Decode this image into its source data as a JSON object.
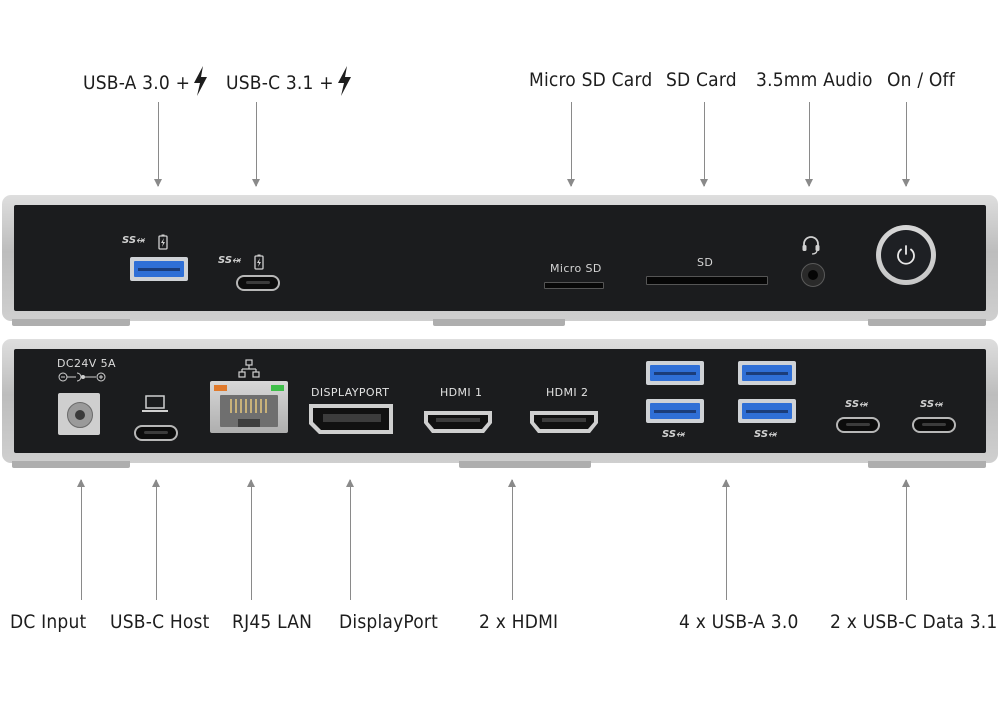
{
  "callouts_top": {
    "usb_a": "USB-A 3.0 +",
    "usb_c": "USB-C 3.1 +",
    "micro_sd": "Micro SD Card",
    "sd": "SD Card",
    "audio": "3.5mm Audio",
    "power": "On / Off"
  },
  "callouts_bottom": {
    "dc": "DC Input",
    "usbc_host": "USB-C Host",
    "lan": "RJ45 LAN",
    "dp": "DisplayPort",
    "hdmi": "2 x HDMI",
    "usba": "4 x USB-A 3.0",
    "usbc_data": "2 x USB-C Data 3.1"
  },
  "front_panel": {
    "micro_sd_label": "Micro SD",
    "sd_label": "SD"
  },
  "rear_panel": {
    "dc_label": "DC24V 5A",
    "dp_label": "DISPLAYPORT",
    "hdmi1_label": "HDMI 1",
    "hdmi2_label": "HDMI 2"
  },
  "usb_logo_text": "SS",
  "colors": {
    "panel_face": "#1b1c1e",
    "usb3_port": "#2f6fd6",
    "lan_led_orange": "#e07a2c",
    "lan_led_green": "#3fbf4a"
  },
  "icons": [
    "lightning-bolt-icon",
    "battery-charge-icon",
    "headset-icon",
    "power-icon",
    "laptop-icon",
    "network-icon",
    "dc-polarity-icon",
    "superspeed-usb-icon"
  ]
}
